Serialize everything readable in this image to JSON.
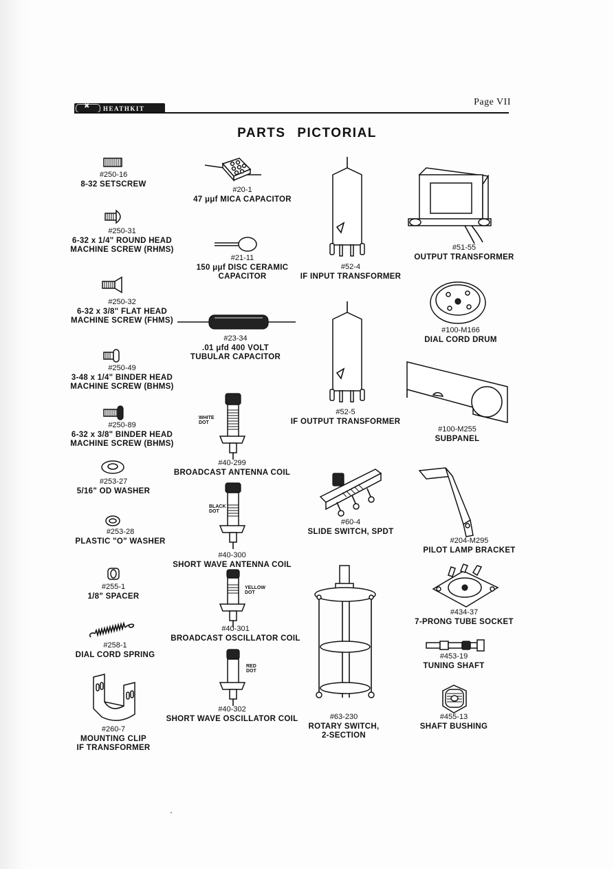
{
  "header": {
    "page_label": "Page VII",
    "logo_text": "HEATHKIT"
  },
  "title": "PARTS PICTORIAL",
  "parts": {
    "p250_16": {
      "num": "#250-16",
      "desc": [
        "8-32 SETSCREW"
      ]
    },
    "p250_31": {
      "num": "#250-31",
      "desc": [
        "6-32 x 1/4\" ROUND HEAD",
        "MACHINE SCREW (RHMS)"
      ]
    },
    "p250_32": {
      "num": "#250-32",
      "desc": [
        "6-32 x 3/8\" FLAT HEAD",
        "MACHINE SCREW (FHMS)"
      ]
    },
    "p250_49": {
      "num": "#250-49",
      "desc": [
        "3-48 x 1/4\" BINDER HEAD",
        "MACHINE SCREW (BHMS)"
      ]
    },
    "p250_89": {
      "num": "#250-89",
      "desc": [
        "6-32 x 3/8\" BINDER HEAD",
        "MACHINE SCREW (BHMS)"
      ]
    },
    "p253_27": {
      "num": "#253-27",
      "desc": [
        "5/16\" OD WASHER"
      ]
    },
    "p253_28": {
      "num": "#253-28",
      "desc": [
        "PLASTIC \"O\" WASHER"
      ]
    },
    "p255_1": {
      "num": "#255-1",
      "desc": [
        "1/8\" SPACER"
      ]
    },
    "p258_1": {
      "num": "#258-1",
      "desc": [
        "DIAL CORD SPRING"
      ]
    },
    "p260_7": {
      "num": "#260-7",
      "desc": [
        "MOUNTING CLIP",
        "IF TRANSFORMER"
      ]
    },
    "p20_1": {
      "num": "#20-1",
      "desc": [
        "47 μμf MICA CAPACITOR"
      ]
    },
    "p21_11": {
      "num": "#21-11",
      "desc": [
        "150 μμf DISC CERAMIC",
        "CAPACITOR"
      ]
    },
    "p23_34": {
      "num": "#23-34",
      "desc": [
        ".01 μfd 400 VOLT",
        "TUBULAR CAPACITOR"
      ]
    },
    "p40_299": {
      "num": "#40-299",
      "desc": [
        "BROADCAST ANTENNA COIL"
      ],
      "dot": [
        "WHITE",
        "DOT"
      ]
    },
    "p40_300": {
      "num": "#40-300",
      "desc": [
        "SHORT WAVE ANTENNA COIL"
      ],
      "dot": [
        "BLACK",
        "DOT"
      ]
    },
    "p40_301": {
      "num": "#40-301",
      "desc": [
        "BROADCAST OSCILLATOR COIL"
      ],
      "dot": [
        "YELLOW",
        "DOT"
      ]
    },
    "p40_302": {
      "num": "#40-302",
      "desc": [
        "SHORT WAVE OSCILLATOR COIL"
      ],
      "dot": [
        "RED",
        "DOT"
      ]
    },
    "p52_4": {
      "num": "#52-4",
      "desc": [
        "IF INPUT TRANSFORMER"
      ]
    },
    "p52_5": {
      "num": "#52-5",
      "desc": [
        "IF OUTPUT TRANSFORMER"
      ]
    },
    "p60_4": {
      "num": "#60-4",
      "desc": [
        "SLIDE SWITCH, SPDT"
      ]
    },
    "p63_230": {
      "num": "#63-230",
      "desc": [
        "ROTARY SWITCH,",
        "2-SECTION"
      ]
    },
    "p51_55": {
      "num": "#51-55",
      "desc": [
        "OUTPUT TRANSFORMER"
      ]
    },
    "p100_M166": {
      "num": "#100-M166",
      "desc": [
        "DIAL CORD DRUM"
      ]
    },
    "p100_M255": {
      "num": "#100-M255",
      "desc": [
        "SUBPANEL"
      ]
    },
    "p204_M295": {
      "num": "#204-M295",
      "desc": [
        "PILOT LAMP BRACKET"
      ]
    },
    "p434_37": {
      "num": "#434-37",
      "desc": [
        "7-PRONG TUBE SOCKET"
      ]
    },
    "p453_19": {
      "num": "#453-19",
      "desc": [
        "TUNING SHAFT"
      ]
    },
    "p455_13": {
      "num": "#455-13",
      "desc": [
        "SHAFT BUSHING"
      ]
    }
  }
}
